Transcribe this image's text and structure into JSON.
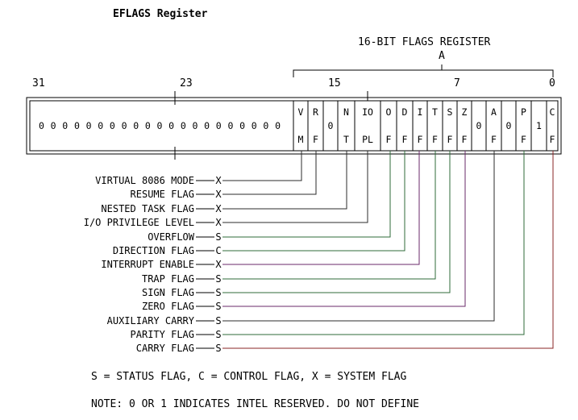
{
  "title": "EFLAGS Register",
  "subregister_label": "16-BIT FLAGS REGISTER",
  "subregister_marker": "A",
  "bit_numbers": [
    "31",
    "23",
    "15",
    "7",
    "0"
  ],
  "reserved_high_bits": [
    "0",
    "0",
    "0",
    "0",
    "0",
    "0",
    "0",
    "0",
    "0",
    "0",
    "0",
    "0",
    "0",
    "0",
    "0",
    "0",
    "0",
    "0",
    "0",
    "0",
    "0"
  ],
  "cells": [
    {
      "top": "V",
      "bottom": "M"
    },
    {
      "top": "R",
      "bottom": "F"
    },
    {
      "middle": "0"
    },
    {
      "top": "N",
      "bottom": "T"
    },
    {
      "top": "IO",
      "bottom": "PL"
    },
    {
      "top": "O",
      "bottom": "F"
    },
    {
      "top": "D",
      "bottom": "F"
    },
    {
      "top": "I",
      "bottom": "F"
    },
    {
      "top": "T",
      "bottom": "F"
    },
    {
      "top": "S",
      "bottom": "F"
    },
    {
      "top": "Z",
      "bottom": "F"
    },
    {
      "middle": "0"
    },
    {
      "top": "A",
      "bottom": "F"
    },
    {
      "middle": "0"
    },
    {
      "top": "P",
      "bottom": "F"
    },
    {
      "middle": "1"
    },
    {
      "top": "C",
      "bottom": "F"
    }
  ],
  "flags": [
    {
      "name": "VIRTUAL 8086 MODE",
      "type": "X"
    },
    {
      "name": "RESUME FLAG",
      "type": "X"
    },
    {
      "name": "NESTED TASK FLAG",
      "type": "X"
    },
    {
      "name": "I/O PRIVILEGE LEVEL",
      "type": "X"
    },
    {
      "name": "OVERFLOW",
      "type": "S"
    },
    {
      "name": "DIRECTION FLAG",
      "type": "C"
    },
    {
      "name": "INTERRUPT ENABLE",
      "type": "X"
    },
    {
      "name": "TRAP FLAG",
      "type": "S"
    },
    {
      "name": "SIGN FLAG",
      "type": "S"
    },
    {
      "name": "ZERO FLAG",
      "type": "S"
    },
    {
      "name": "AUXILIARY CARRY",
      "type": "S"
    },
    {
      "name": "PARITY FLAG",
      "type": "S"
    },
    {
      "name": "CARRY FLAG",
      "type": "S"
    }
  ],
  "legend": "S = STATUS FLAG, C = CONTROL FLAG, X = SYSTEM FLAG",
  "note": "NOTE: 0 OR 1 INDICATES INTEL RESERVED. DO NOT DEFINE",
  "colors": {
    "line": "#000000",
    "leader_dark": "#2b2b2b",
    "leader_green": "#2f6b3a",
    "leader_purple": "#6a2a6a",
    "leader_red": "#8a2424"
  }
}
